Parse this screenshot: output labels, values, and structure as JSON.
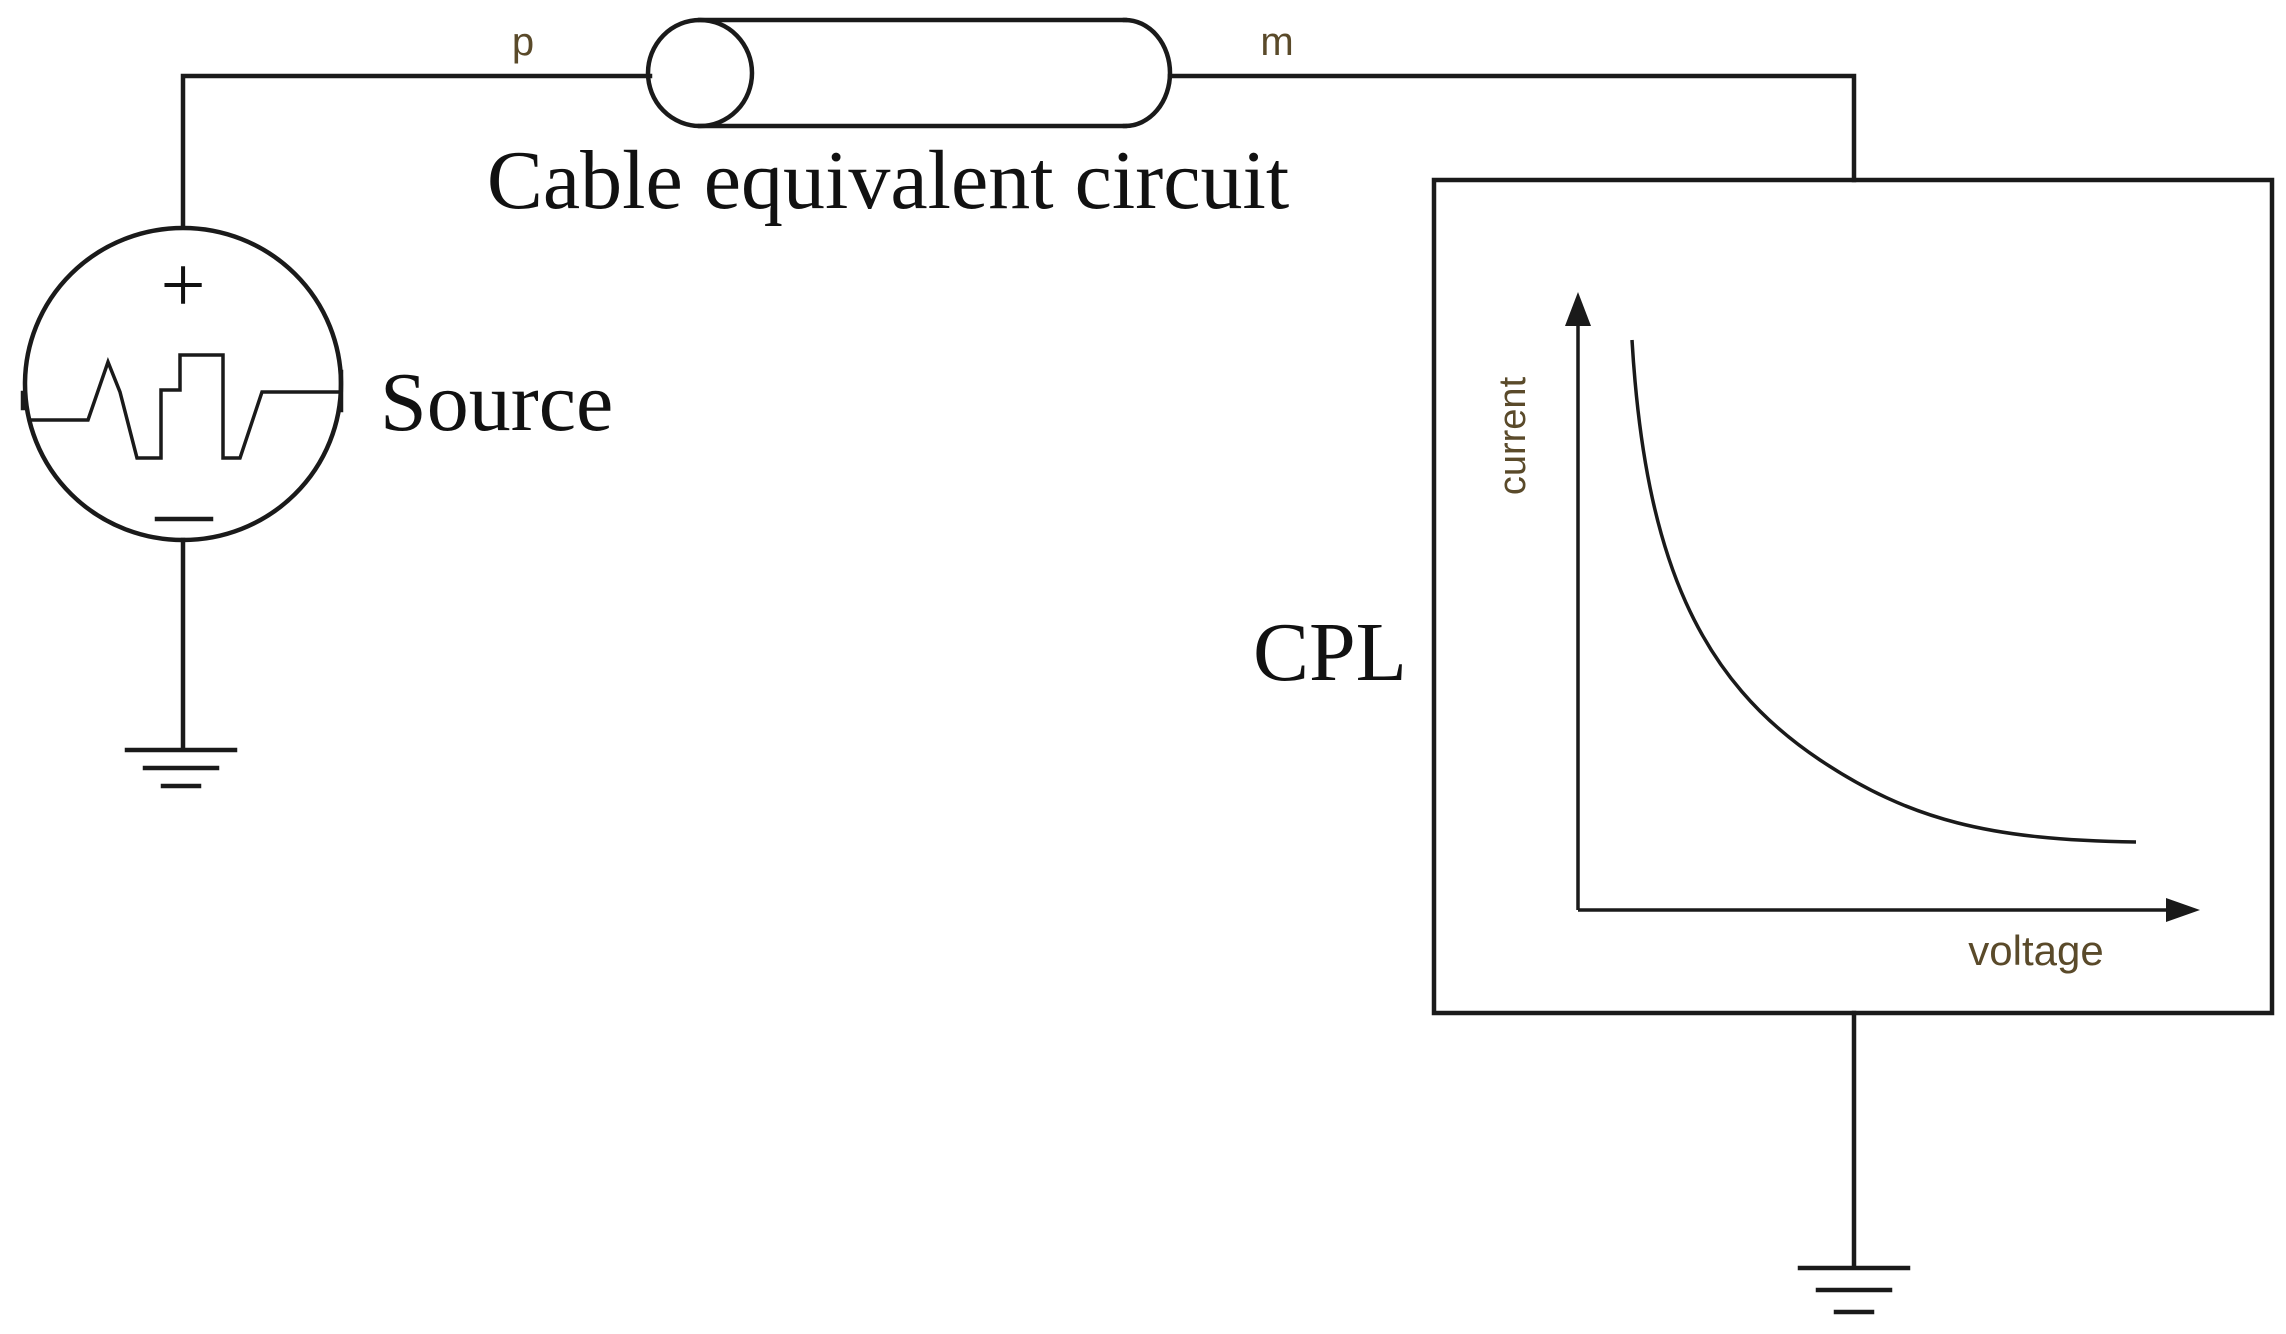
{
  "diagram": {
    "node_p_label": "p",
    "node_m_label": "m",
    "cable_label": "Cable equivalent circuit",
    "source_label": "Source",
    "source_plus": "+",
    "source_minus": "−",
    "cpl_label": "CPL",
    "cpl_plot": {
      "y_axis_label": "current",
      "x_axis_label": "voltage",
      "curve": "constant-power hyperbola"
    }
  }
}
